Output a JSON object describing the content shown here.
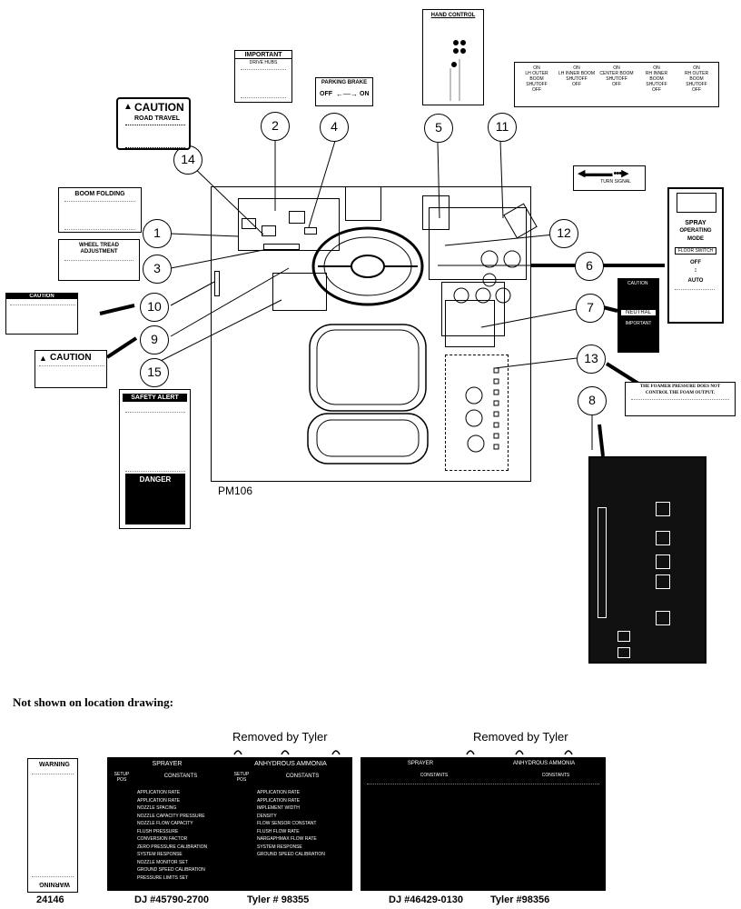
{
  "diagram": {
    "code": "PM106",
    "callouts": [
      "1",
      "2",
      "3",
      "4",
      "5",
      "6",
      "7",
      "8",
      "9",
      "10",
      "11",
      "12",
      "13",
      "14",
      "15"
    ]
  },
  "decals": {
    "caution_road": {
      "title": "CAUTION",
      "sub": "ROAD TRAVEL"
    },
    "important": {
      "title": "IMPORTANT",
      "sub": "DRIVE HUBS"
    },
    "parking_brake": {
      "title": "PARKING BRAKE",
      "off": "OFF",
      "on": "ON"
    },
    "hand_control": {
      "title": "HAND CONTROL"
    },
    "shutoffs": [
      {
        "on": "ON",
        "label": "LH OUTER BOOM SHUTOFF",
        "off": "OFF"
      },
      {
        "on": "ON",
        "label": "LH INNER BOOM SHUTOFF",
        "off": "OFF"
      },
      {
        "on": "ON",
        "label": "CENTER BOOM SHUTOFF",
        "off": "OFF"
      },
      {
        "on": "ON",
        "label": "RH INNER BOOM SHUTOFF",
        "off": "OFF"
      },
      {
        "on": "ON",
        "label": "RH OUTER BOOM SHUTOFF",
        "off": "OFF"
      }
    ],
    "turn_signal": {
      "label": "TURN SIGNAL"
    },
    "spray_mode": {
      "l1": "SPRAY",
      "l2": "OPERATING",
      "l3": "MODE",
      "l4": "FLOOR SWITCH",
      "off": "OFF",
      "auto": "AUTO"
    },
    "boom_folding": {
      "title": "BOOM FOLDING"
    },
    "wheel_tread": {
      "title": "WHEEL TREAD ADJUSTMENT"
    },
    "caution_small": {
      "title": "CAUTION"
    },
    "caution_left": {
      "title": "CAUTION"
    },
    "safety_alert": {
      "title": "SAFETY ALERT",
      "danger": "DANGER"
    },
    "neutral": {
      "caution": "CAUTION",
      "neutral": "NEUTRAL",
      "important": "IMPORTANT"
    },
    "foamer": {
      "l1": "THE FOAMER PRESSURE DOES NOT",
      "l2": "CONTROL THE FOAM OUTPUT."
    }
  },
  "section_title": "Not shown on location drawing:",
  "removed_by_tyler": "Removed by Tyler",
  "warning_decal": {
    "top": "WARNING",
    "bottom": "WARNING"
  },
  "sprayer_table": {
    "h1": "SPRAYER",
    "h2": "ANHYDROUS AMMONIA",
    "c1": "SETUP POS",
    "c2": "CONSTANTS",
    "rows_left": [
      "APPLICATION RATE",
      "APPLICATION RATE",
      "NOZZLE SPACING",
      "NOZZLE CAPACITY PRESSURE",
      "NOZZLE FLOW CAPACITY",
      "FLUSH PRESSURE",
      "CONVERSION FACTOR",
      "ZERO PRESSURE CALIBRATION",
      "SYSTEM RESPONSE",
      "NOZZLE MONITOR SET",
      "GROUND SPEED CALIBRATION",
      "PRESSURE LIMITS SET"
    ],
    "rows_right": [
      "APPLICATION RATE",
      "APPLICATION RATE",
      "IMPLEMENT WIDTH",
      "DENSITY",
      "FLOW SENSOR CONSTANT",
      "FLUSH FLOW RATE",
      "NARGAPHMAX FLOW RATE",
      "SYSTEM RESPONSE",
      "GROUND SPEED CALIBRATION"
    ]
  },
  "second_table": {
    "h1": "SPRAYER",
    "h2": "ANHYDROUS AMMONIA",
    "c2": "CONSTANTS",
    "c4": "CONSTANTS"
  },
  "captions": {
    "a": "24146",
    "b": "DJ #45790-2700",
    "c": "Tyler # 98355",
    "d": "DJ #46429-0130",
    "e": "Tyler #98356"
  }
}
